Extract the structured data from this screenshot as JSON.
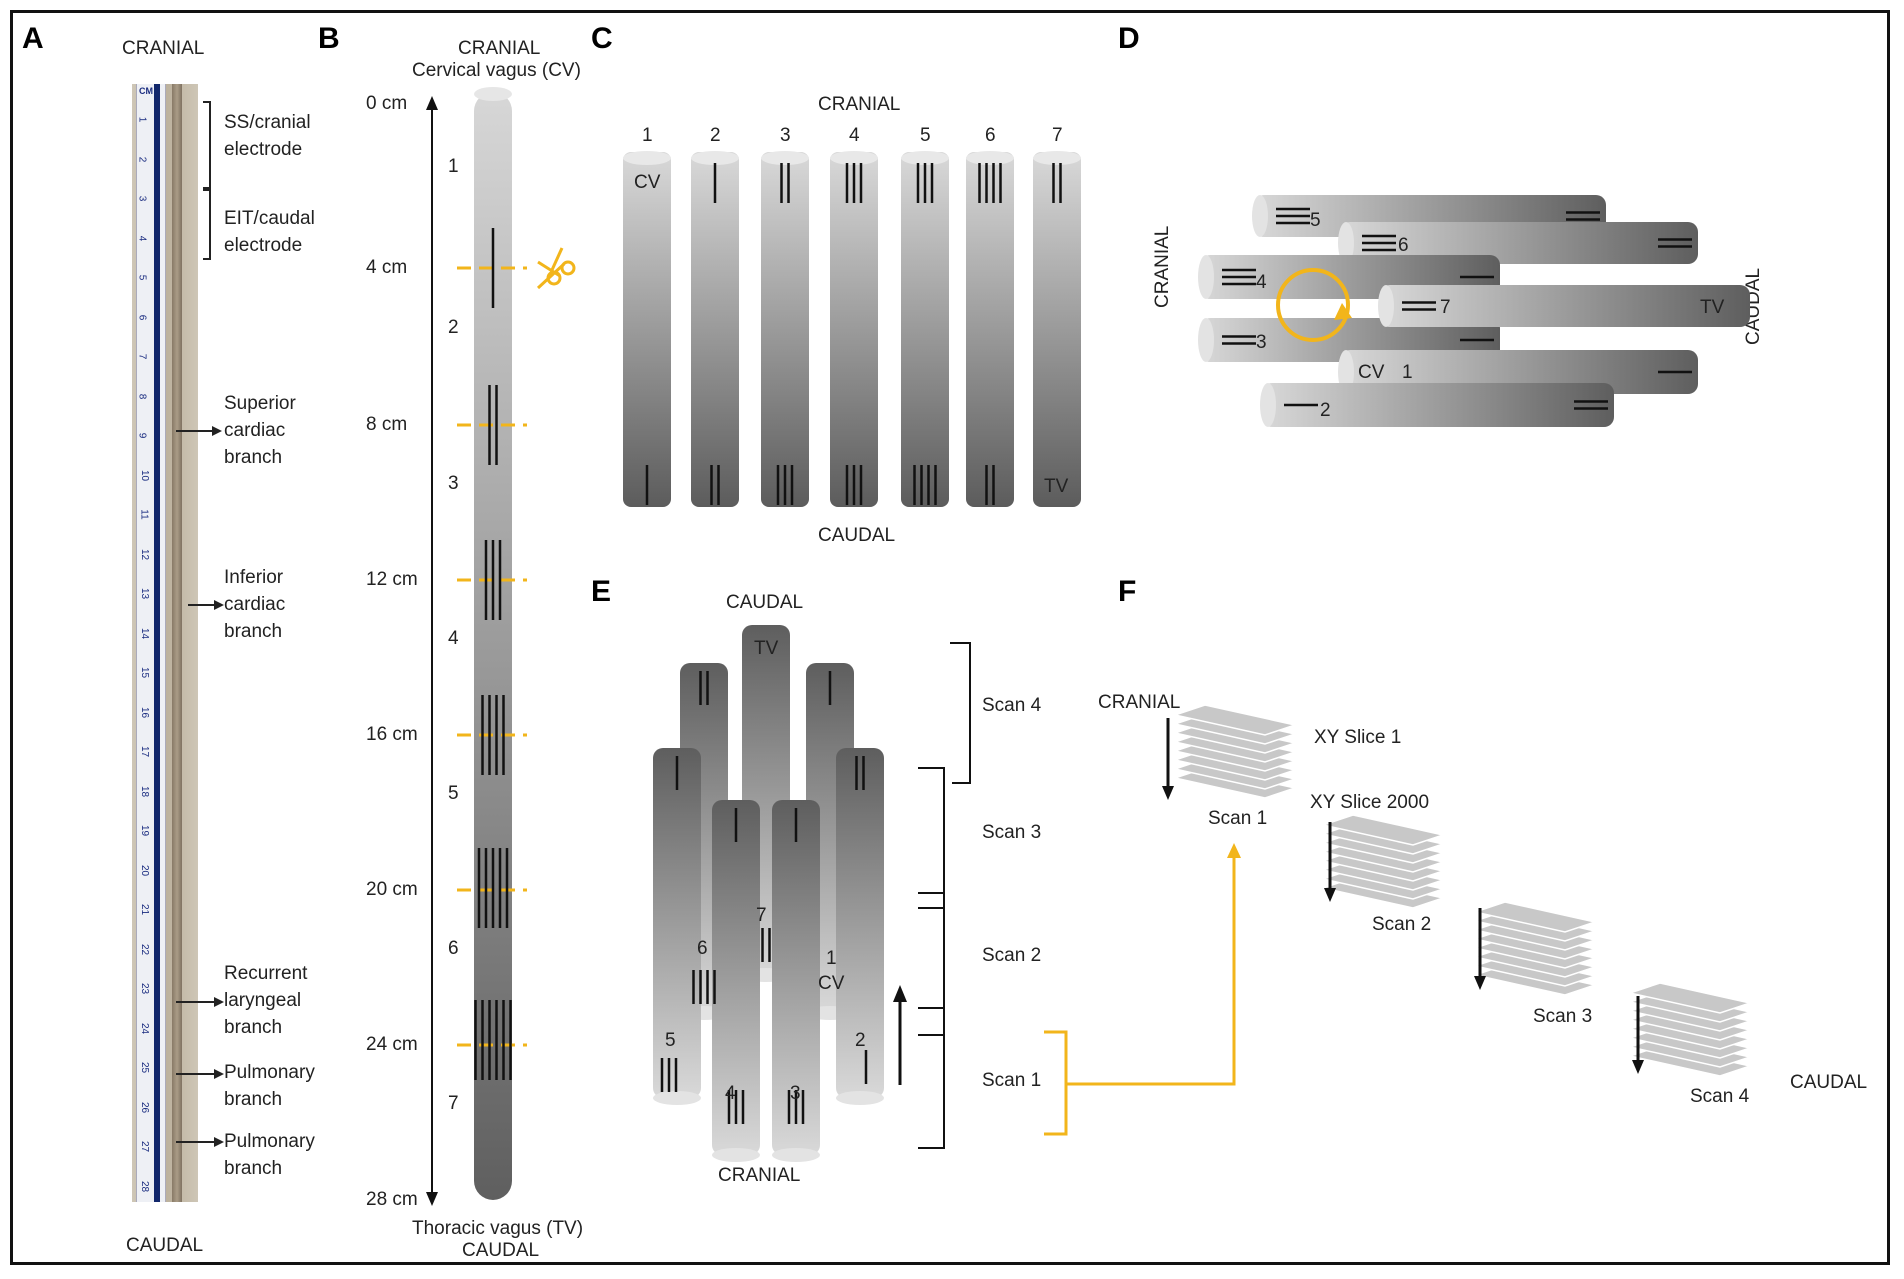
{
  "panels": {
    "a": "A",
    "b": "B",
    "c": "C",
    "d": "D",
    "e": "E",
    "f": "F"
  },
  "panel_a": {
    "cranial": "CRANIAL",
    "caudal": "CAUDAL",
    "electrode_1": [
      "SS/cranial",
      "electrode"
    ],
    "electrode_2": [
      "EIT/caudal",
      "electrode"
    ],
    "branch_superior": [
      "Superior",
      "cardiac",
      "branch"
    ],
    "branch_inferior": [
      "Inferior",
      "cardiac",
      "branch"
    ],
    "branch_recurrent": [
      "Recurrent",
      "laryngeal",
      "branch"
    ],
    "branch_pulm_1": [
      "Pulmonary",
      "branch"
    ],
    "branch_pulm_2": [
      "Pulmonary",
      "branch"
    ],
    "ruler_unit": "CM",
    "ruler_numbers": [
      "1",
      "2",
      "3",
      "4",
      "5",
      "6",
      "7",
      "8",
      "9",
      "10",
      "11",
      "12",
      "13",
      "14",
      "15",
      "16",
      "17",
      "18",
      "19",
      "20",
      "21",
      "22",
      "23",
      "24",
      "25",
      "26",
      "27",
      "28"
    ]
  },
  "panel_b": {
    "top_title": "CRANIAL",
    "top_subtitle": "Cervical vagus (CV)",
    "bottom_title": "Thoracic vagus (TV)",
    "bottom_subtitle": "CAUDAL",
    "distances": [
      "0 cm",
      "4 cm",
      "8 cm",
      "12 cm",
      "16 cm",
      "20 cm",
      "24 cm",
      "28 cm"
    ],
    "segments": [
      "1",
      "2",
      "3",
      "4",
      "5",
      "6",
      "7"
    ],
    "scissors_icon": "scissors-icon",
    "cut_color": "#F2B51B"
  },
  "panel_c": {
    "cranial": "CRANIAL",
    "caudal": "CAUDAL",
    "columns": [
      "1",
      "2",
      "3",
      "4",
      "5",
      "6",
      "7"
    ],
    "cv": "CV",
    "tv": "TV"
  },
  "panel_d": {
    "cranial": "CRANIAL",
    "caudal": "CAUDAL",
    "segments": [
      "5",
      "6",
      "4",
      "7",
      "3",
      "1",
      "2"
    ],
    "cv": "CV",
    "tv": "TV",
    "rotation_icon": "rotation-arrow-icon"
  },
  "panel_e": {
    "caudal": "CAUDAL",
    "cranial": "CRANIAL",
    "segments": [
      "6",
      "7",
      "1",
      "5",
      "4",
      "3",
      "2"
    ],
    "cv": "CV",
    "tv": "TV",
    "scans": [
      "Scan 4",
      "Scan 3",
      "Scan 2",
      "Scan 1"
    ]
  },
  "panel_f": {
    "cranial": "CRANIAL",
    "caudal": "CAUDAL",
    "slice_first": "XY Slice 1",
    "slice_last": "XY Slice 2000",
    "scans": [
      "Scan 1",
      "Scan 2",
      "Scan 3",
      "Scan 4"
    ]
  },
  "colors": {
    "accent": "#F2B51B",
    "border": "#111111",
    "nerve_light": "#d4d4d4",
    "nerve_dark": "#5e5e5e"
  }
}
